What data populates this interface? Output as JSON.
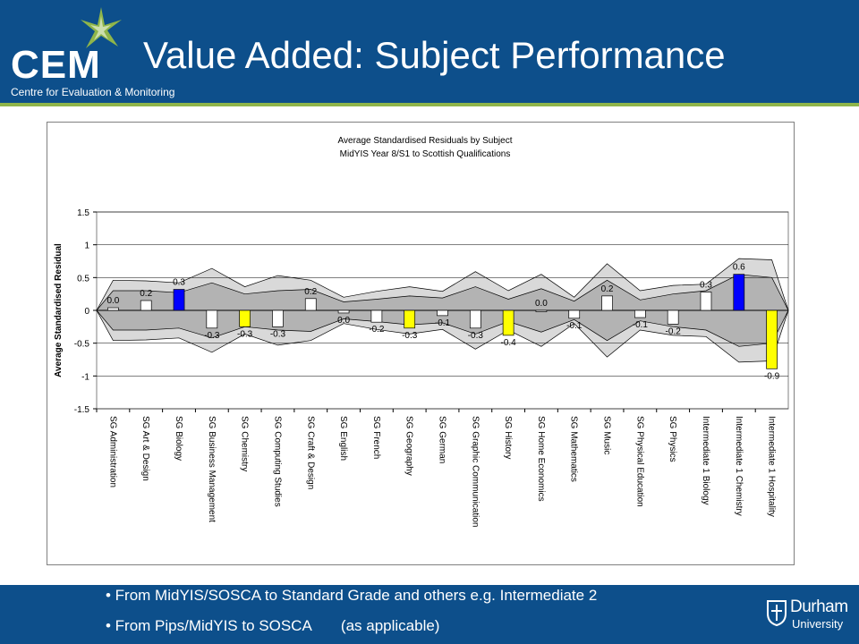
{
  "header": {
    "logo_text": "CEM",
    "logo_subtitle": "Centre for Evaluation & Monitoring",
    "title": "Value Added: Subject Performance",
    "bg_color": "#0d4f8b",
    "stripe_color": "#8fb54a"
  },
  "footer": {
    "bullets": [
      "• From MidYIS/SOSCA to Standard Grade and others e.g. Intermediate 2",
      "• From Pips/MidYIS to SOSCA       (as applicable)"
    ],
    "logo_name": "Durham",
    "logo_university": "University"
  },
  "chart_data": {
    "type": "bar",
    "title": "Average Standardised Residuals by Subject",
    "subtitle": "MidYIS Year 8/S1 to Scottish Qualifications",
    "ylabel": "Average Standardised Residual",
    "xlabel": "",
    "ylim": [
      -1.5,
      1.5
    ],
    "yticks": [
      -1.5,
      -1,
      -0.5,
      0,
      0.5,
      1,
      1.5
    ],
    "ytick_labels": [
      "-1.5",
      "-1",
      "-0.5",
      "0",
      "0.5",
      "1",
      "1.5"
    ],
    "grid": true,
    "categories": [
      "SG Administration",
      "SG Art & Design",
      "SG Biology",
      "SG Business Management",
      "SG Chemistry",
      "SG Computing Studies",
      "SG Craft & Design",
      "SG English",
      "SG French",
      "SG Geography",
      "SG German",
      "SG Graphic Communication",
      "SG History",
      "SG Home Economics",
      "SG Mathematics",
      "SG Music",
      "SG Physical Education",
      "SG Physics",
      "Intermediate 1 Biology",
      "Intermediate 1 Chemistry",
      "Intermediate 1 Hospitality"
    ],
    "values": [
      0.04,
      0.15,
      0.32,
      -0.27,
      -0.25,
      -0.25,
      0.18,
      -0.04,
      -0.18,
      -0.27,
      -0.08,
      -0.27,
      -0.38,
      0.0,
      -0.12,
      0.22,
      -0.11,
      -0.21,
      0.28,
      0.55,
      -0.89
    ],
    "value_labels": [
      "0.0",
      "0.2",
      "0.3",
      "-0.3",
      "-0.3",
      "-0.3",
      "0.2",
      "0.0",
      "-0.2",
      "-0.3",
      "-0.1",
      "-0.3",
      "-0.4",
      "0.0",
      "-0.1",
      "0.2",
      "-0.1",
      "-0.2",
      "0.3",
      "0.6",
      "-0.9"
    ],
    "bar_colors": [
      "#ffffff",
      "#ffffff",
      "#0000ff",
      "#ffffff",
      "#ffff00",
      "#ffffff",
      "#ffffff",
      "#ffffff",
      "#ffffff",
      "#ffff00",
      "#ffffff",
      "#ffffff",
      "#ffff00",
      "#ffffff",
      "#ffffff",
      "#ffffff",
      "#ffffff",
      "#ffffff",
      "#ffffff",
      "#0000ff",
      "#ffff00"
    ],
    "inner_band": [
      0.3,
      0.3,
      0.27,
      0.42,
      0.25,
      0.3,
      0.32,
      0.13,
      0.17,
      0.22,
      0.19,
      0.36,
      0.17,
      0.33,
      0.14,
      0.46,
      0.16,
      0.25,
      0.3,
      0.55,
      0.5
    ],
    "outer_band": [
      0.46,
      0.45,
      0.42,
      0.64,
      0.36,
      0.53,
      0.46,
      0.2,
      0.29,
      0.36,
      0.29,
      0.59,
      0.3,
      0.55,
      0.2,
      0.71,
      0.3,
      0.38,
      0.4,
      0.79,
      0.77
    ],
    "colors": {
      "inner_band": "#b3b3b3",
      "outer_band": "#d9d9d9",
      "plot_bg": "#ffffff",
      "grid": "#000000"
    }
  }
}
